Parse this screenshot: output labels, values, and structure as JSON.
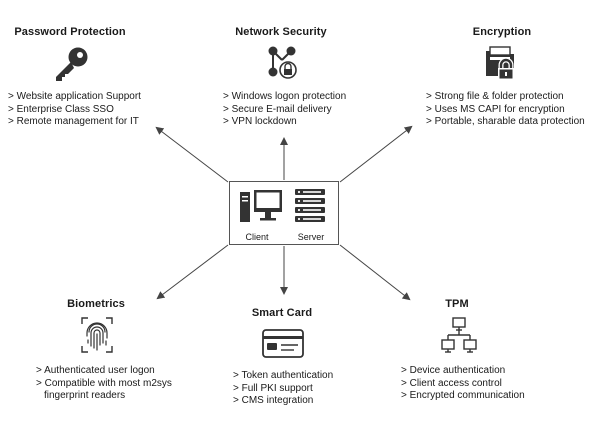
{
  "center": {
    "client_label": "Client",
    "server_label": "Server"
  },
  "nodes": {
    "password": {
      "title": "Password Protection",
      "icon": "key-icon",
      "items": [
        "> Website application Support",
        "> Enterprise Class SSO",
        "> Remote management for IT"
      ]
    },
    "network": {
      "title": "Network Security",
      "icon": "network-lock-icon",
      "items": [
        "> Windows logon protection",
        "> Secure E-mail delivery",
        "> VPN lockdown"
      ]
    },
    "encryption": {
      "title": "Encryption",
      "icon": "folder-lock-icon",
      "items": [
        "> Strong file & folder protection",
        "> Uses MS CAPI for encryption",
        "> Portable, sharable data protection"
      ]
    },
    "biometrics": {
      "title": "Biometrics",
      "icon": "fingerprint-icon",
      "items": [
        "> Authenticated user logon",
        "> Compatible with most m2sys",
        "fingerprint readers"
      ]
    },
    "smartcard": {
      "title": "Smart Card",
      "icon": "smart-card-icon",
      "items": [
        "> Token authentication",
        "> Full PKI support",
        "> CMS integration"
      ]
    },
    "tpm": {
      "title": "TPM",
      "icon": "network-computers-icon",
      "items": [
        "> Device authentication",
        "> Client access control",
        "> Encrypted communication"
      ]
    }
  },
  "colors": {
    "arrow": "#444444",
    "icon": "#333333",
    "text": "#1a1a1a"
  }
}
